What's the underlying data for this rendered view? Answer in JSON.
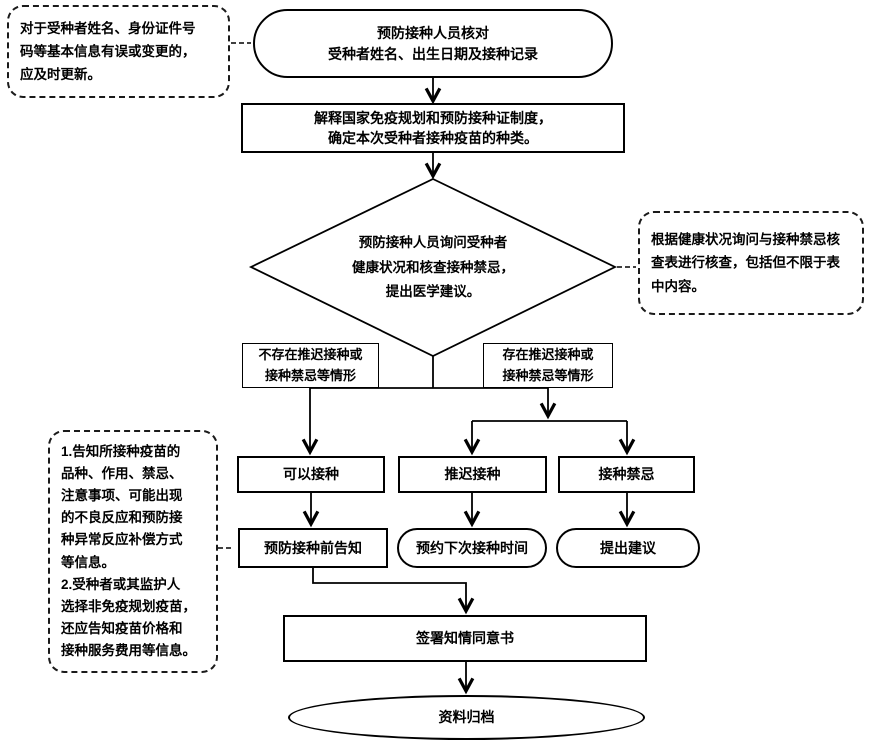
{
  "colors": {
    "line": "#000000",
    "background": "#ffffff",
    "text": "#000000"
  },
  "nodes": {
    "note_update": {
      "text": "对于受种者姓名、身份证件号\n码等基本信息有误或变更的，\n应及时更新。"
    },
    "start": {
      "text": "预防接种人员核对\n受种者姓名、出生日期及接种记录"
    },
    "explain": {
      "text": "解释国家免疫规划和预防接种证制度，\n确定本次受种者接种疫苗的种类。"
    },
    "inquiry": {
      "text": "预防接种人员询问受种者\n健康状况和核查接种禁忌，\n提出医学建议。"
    },
    "note_check": {
      "text": "根据健康状况询问与接种禁忌核\n查表进行核查，包括但不限于表\n中内容。"
    },
    "label_no": {
      "text": "不存在推迟接种或\n接种禁忌等情形"
    },
    "label_yes": {
      "text": "存在推迟接种或\n接种禁忌等情形"
    },
    "can_vaccinate": {
      "text": "可以接种"
    },
    "postpone": {
      "text": "推迟接种"
    },
    "contraindication": {
      "text": "接种禁忌"
    },
    "pre_inform": {
      "text": "预防接种前告知"
    },
    "schedule_next": {
      "text": "预约下次接种时间"
    },
    "advise": {
      "text": "提出建议"
    },
    "note_inform": {
      "text": "1.告知所接种疫苗的\n品种、作用、禁忌、\n注意事项、可能出现\n的不良反应和预防接\n种异常反应补偿方式\n等信息。\n2.受种者或其监护人\n选择非免疫规划疫苗，\n还应告知疫苗价格和\n接种服务费用等信息。"
    },
    "sign_consent": {
      "text": "签署知情同意书"
    },
    "archive": {
      "text": "资料归档"
    }
  }
}
